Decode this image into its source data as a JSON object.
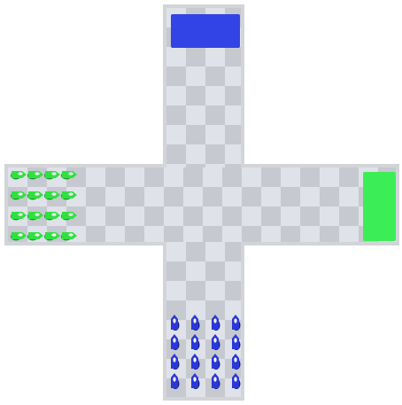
{
  "colors": {
    "board_frame": "#d2d4d8",
    "tile_light": "#dfe2e8",
    "tile_dark": "#c6c9cf",
    "goal_blue": "#3344e6",
    "goal_green": "#3cee55",
    "unit_green": "#30e040",
    "unit_green_shade": "#1a9a2a",
    "unit_blue": "#2a38d8",
    "unit_blue_shade": "#141c80",
    "unit_highlight": "#ffffff"
  },
  "goals": [
    {
      "name": "blue-goal-zone",
      "color": "goal_blue"
    },
    {
      "name": "green-goal-zone",
      "color": "goal_green"
    }
  ],
  "squads": [
    {
      "name": "green-squad",
      "color": "unit_green",
      "rows": 4,
      "cols": 4,
      "facing": "right"
    },
    {
      "name": "blue-squad",
      "color": "unit_blue",
      "rows": 4,
      "cols": 4,
      "facing": "up"
    }
  ]
}
